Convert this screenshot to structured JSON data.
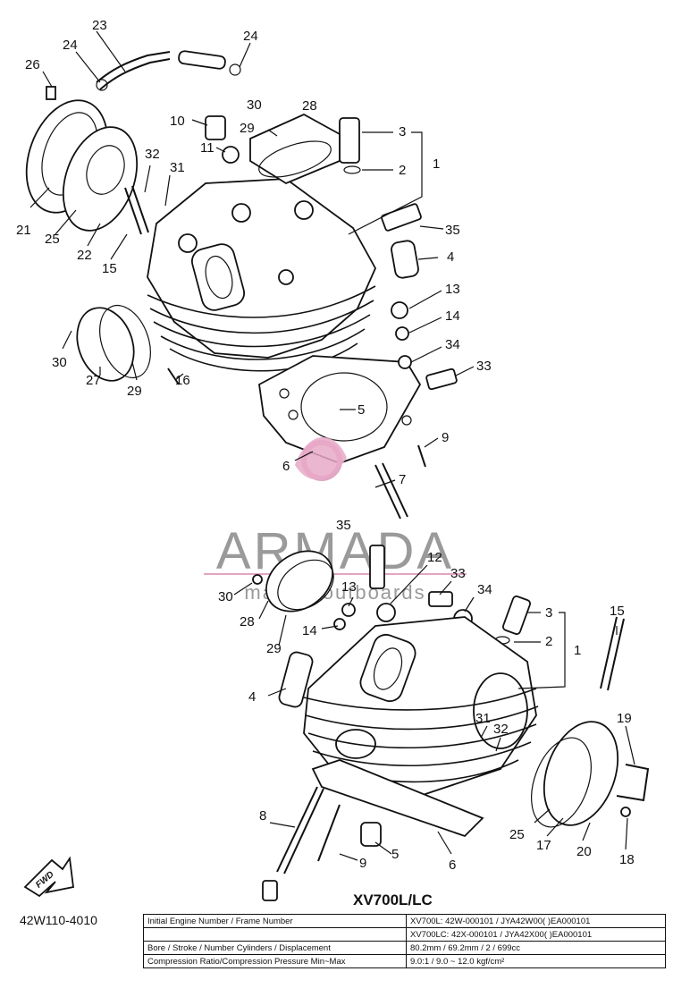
{
  "diagram": {
    "model_title": "XV700L/LC",
    "diagram_code": "42W110-4010",
    "fwd_label": "FWD",
    "watermark": {
      "brand": "ARMADA",
      "tagline": "marine outboards"
    }
  },
  "callouts_top": [
    "23",
    "24",
    "24",
    "26",
    "10",
    "30",
    "28",
    "3",
    "2",
    "1",
    "11",
    "29",
    "32",
    "31",
    "35",
    "4",
    "21",
    "25",
    "22",
    "15",
    "13",
    "14",
    "30",
    "29",
    "27",
    "16",
    "34",
    "33",
    "5",
    "9",
    "6",
    "7"
  ],
  "callouts_bottom": [
    "35",
    "12",
    "33",
    "34",
    "30",
    "28",
    "13",
    "29",
    "14",
    "3",
    "1",
    "2",
    "15",
    "4",
    "31",
    "32",
    "19",
    "8",
    "25",
    "17",
    "20",
    "18",
    "5",
    "9",
    "6"
  ],
  "spec_table": {
    "rows": [
      {
        "label": "Initial Engine Number / Frame Number",
        "value": "XV700L: 42W-000101 / JYA42W00(    )EA000101"
      },
      {
        "label": "",
        "value": "XV700LC: 42X-000101 / JYA42X00(    )EA000101"
      },
      {
        "label": "Bore / Stroke / Number Cylinders / Displacement",
        "value": "80.2mm / 69.2mm / 2 / 699cc"
      },
      {
        "label": "Compression Ratio/Compression Pressure Min~Max",
        "value": "9.0:1 / 9.0 ~ 12.0 kgf/cm²"
      }
    ]
  }
}
